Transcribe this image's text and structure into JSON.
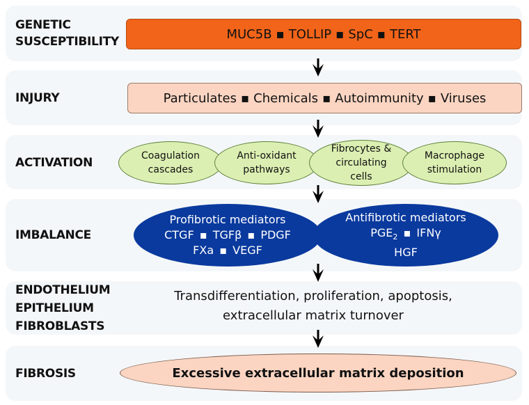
{
  "stages": [
    {
      "label": "GENETIC\nSUSCEPTIBILITY",
      "label_lines": [
        "GENETIC",
        "SUSCEPTIBILITY"
      ],
      "items": [
        "MUC5B",
        "TOLLIP",
        "SpC",
        "TERT"
      ],
      "box_color": "#f26419"
    },
    {
      "label": "INJURY",
      "items": [
        "Particulates",
        "Chemicals",
        "Autoimmunity",
        "Viruses"
      ],
      "box_color": "#fbd5c2"
    },
    {
      "label": "ACTIVATION",
      "ellipses": [
        {
          "lines": [
            "Coagulation",
            "cascades"
          ]
        },
        {
          "lines": [
            "Anti-oxidant",
            "pathways"
          ]
        },
        {
          "lines": [
            "Fibrocytes &",
            "circulating",
            "cells"
          ]
        },
        {
          "lines": [
            "Macrophage",
            "stimulation"
          ]
        }
      ],
      "ellipse_color": "#dcefb2"
    },
    {
      "label": "IMBALANCE",
      "profibrotic": {
        "title": "Profibrotic mediators",
        "line2": [
          "CTGF",
          "TGFβ",
          "PDGF"
        ],
        "line3": [
          "FXa",
          "VEGF"
        ]
      },
      "antifibrotic": {
        "title": "Antifibrotic mediators",
        "pge": "PGE",
        "pge_sub": "2",
        "ifn": "IFNγ",
        "line3": "HGF"
      },
      "ellipse_color": "#0a3a9e"
    },
    {
      "label_lines": [
        "ENDOTHELIUM",
        "EPITHELIUM",
        "FIBROBLASTS"
      ],
      "text_lines": [
        "Transdifferentiation, proliferation, apoptosis,",
        "extracellular matrix turnover"
      ]
    },
    {
      "label": "FIBROSIS",
      "outcome": "Excessive extracellular matrix deposition",
      "ellipse_color": "#fbd5c2"
    }
  ],
  "separator": "▪",
  "arrow_icon": "down-arrow"
}
